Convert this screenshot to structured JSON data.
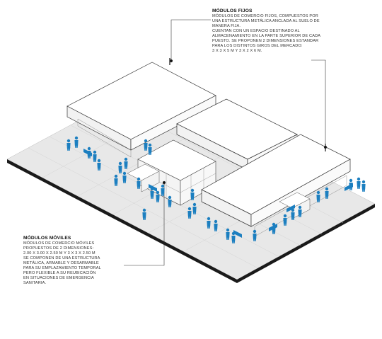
{
  "notes": {
    "fixed": {
      "title": "MÓDULOS FIJOS",
      "lines": [
        "MÓDULOS DE COMERCIO FIJOS, COMPUESTOS POR",
        "UNA ESTRUCTURA METÁLICA ANCLADA AL SUELO DE",
        "MANERA FIJA.",
        "CUENTAN CON UN ESPACIO DESTINADO AL",
        "ALMACENAMIENTO EN LA PARTE SUPERIOR DE CADA",
        "PUESTO. SE PROPONEN 2 DIMENSIONES ESTANDAR",
        "PARA LOS DISTINTOS GIROS DEL MERCADO:",
        "3 X 3 X 5 M Y 3 X 2 X 6 M."
      ]
    },
    "mobile": {
      "title": "MÓDULOS MÓVILES",
      "lines": [
        "MÓDULOS DE COMERCIO MÓVILES",
        "PROPUESTOS DE 2 DIMENSIONES:",
        "2.00 X 3.00 X 2.50 M Y 3 X 3 X 2.50 M",
        "SE COMPONEN DE UNA ESTRUCTURA",
        "METÁLICA, ARMABLE Y DESARMABLE",
        "PARA SU EMPLAZAMIENTO TEMPORAL",
        "PERO FLEXIBLE A SU REUBICACIÓN",
        "EN SITUACIONES DE EMERGENCIA",
        "SANITARIA."
      ]
    }
  },
  "colors": {
    "people": "#1c7fc0",
    "platform": "#e8e8e8",
    "platform_edge": "#222222",
    "roof": "#ffffff",
    "lines": "#333333"
  }
}
